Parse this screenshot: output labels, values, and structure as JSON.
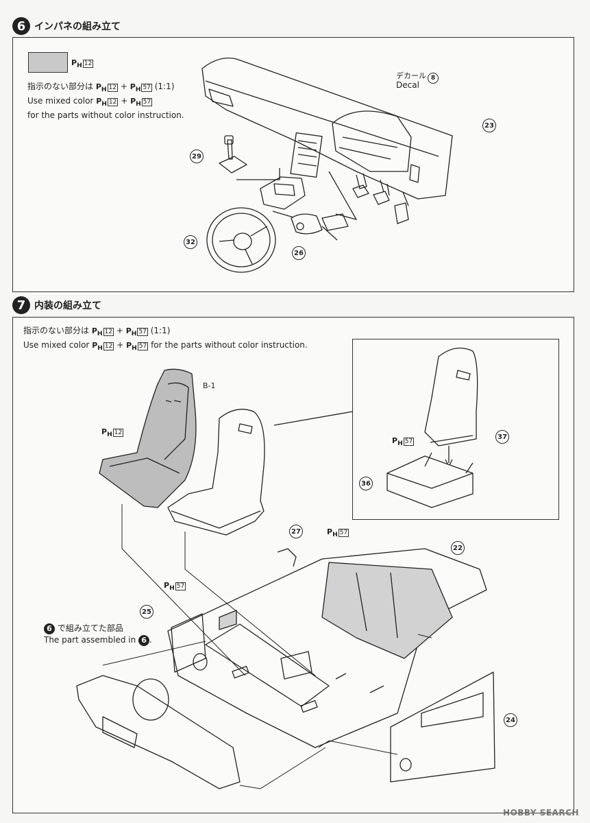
{
  "step6": {
    "number": "6",
    "title": "インパネの組み立て",
    "swatch_code": "12",
    "note_jp": "指示のない部分は",
    "note_jp_ratio": "(1:1)",
    "note_en_line1": "Use mixed color",
    "note_en_line2": "for the parts without color instruction.",
    "code_a": "12",
    "code_b": "57",
    "decal_jp": "デカール",
    "decal_en": "Decal",
    "decal_num": "8",
    "callouts": [
      "23",
      "29",
      "32",
      "26"
    ]
  },
  "step7": {
    "number": "7",
    "title": "内装の組み立て",
    "note_jp": "指示のない部分は",
    "note_jp_ratio": "(1:1)",
    "note_en_pre": "Use mixed color",
    "note_en_post": "for the parts without color instruction.",
    "code_a": "12",
    "code_b": "57",
    "seat_code": "12",
    "b_label": "B-1",
    "sub_code": "57",
    "floor_code": "57",
    "door_code": "57",
    "assembled_jp": "で組み立てた部品",
    "assembled_en": "The part assembled in",
    "ref_step": "6",
    "callouts": [
      "37",
      "36",
      "27",
      "22",
      "25",
      "24"
    ]
  },
  "watermark": "HOBBY SEARCH"
}
